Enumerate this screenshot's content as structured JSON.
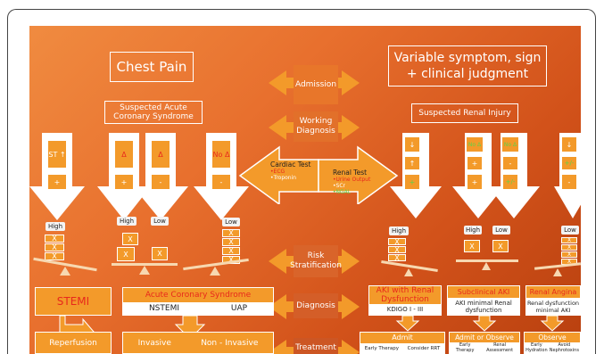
{
  "titles": {
    "chest_pain": "Chest Pain",
    "variable_line1": "Variable symptom, sign",
    "variable_line2": "+ clinical judgment",
    "suspected_acs_line1": "Suspected Acute",
    "suspected_acs_line2": "Coronary Syndrome",
    "suspected_renal": "Suspected Renal Injury"
  },
  "stages": {
    "admission": "Admission",
    "working_line1": "Working",
    "working_line2": "Diagnosis",
    "risk_line1": "Risk",
    "risk_line2": "Stratification",
    "diagnosis": "Diagnosis",
    "treatment": "Treatment"
  },
  "cardiac_test": {
    "title": "Cardiac Test",
    "items": [
      "•ECG",
      "•Troponin"
    ]
  },
  "renal_test": {
    "title": "Renal Test",
    "items": [
      "•Urine Output",
      "•SCr",
      "•NGAL"
    ]
  },
  "cardiac_arrows": [
    {
      "top": "ST ↑",
      "bottom": "+"
    },
    {
      "top": "Δ",
      "bottom": "+"
    },
    {
      "top": "Δ",
      "bottom": "-"
    },
    {
      "top": "No Δ",
      "bottom": "-"
    }
  ],
  "renal_arrows": [
    {
      "top": "↓",
      "mid": "↑",
      "bottom": "+"
    },
    {
      "top": "No Δ",
      "mid": "+",
      "bottom": "+"
    },
    {
      "top": "No Δ",
      "mid": "-",
      "bottom": "+/-"
    },
    {
      "top": "↓",
      "mid": "+/-",
      "bottom": "-"
    }
  ],
  "scales": {
    "high": "High",
    "low": "Low",
    "x": "X"
  },
  "diagnosis": {
    "stemi": "STEMI",
    "acs": "Acute Coronary Syndrome",
    "nstemi": "NSTEMI",
    "uap": "UAP",
    "aki_line1": "AKI with Renal",
    "aki_line2": "Dysfunction",
    "kdigo": "KDIGO I - III",
    "subclinical": "Subclinical AKI",
    "subclinical_desc_line1": "AKI minimal Renal",
    "subclinical_desc_line2": "dysfunction",
    "renal_angina": "Renal Angina",
    "renal_angina_desc_line1": "Renal dysfunction",
    "renal_angina_desc_line2": "minimal AKI"
  },
  "treatment": {
    "reperfusion": "Reperfusion",
    "invasive": "Invasive",
    "non_invasive": "Non - Invasive",
    "admit": "Admit",
    "early_therapy": "Early Therapy",
    "consider_rrt": "Consider RRT",
    "admit_observe": "Admit or Observe",
    "early_line1": "Early",
    "early_line2": "Therapy",
    "renal_line1": "Renal",
    "renal_line2": "Assessment",
    "observe": "Observe",
    "hydr_line1": "Early",
    "hydr_line2": "Hydration",
    "avoid_line1": "Avoid",
    "avoid_line2": "Nephrotoxins"
  },
  "colors": {
    "accent_orange": "#f39a2a",
    "red_text": "#e8281c",
    "green_text": "#5dd34a"
  }
}
